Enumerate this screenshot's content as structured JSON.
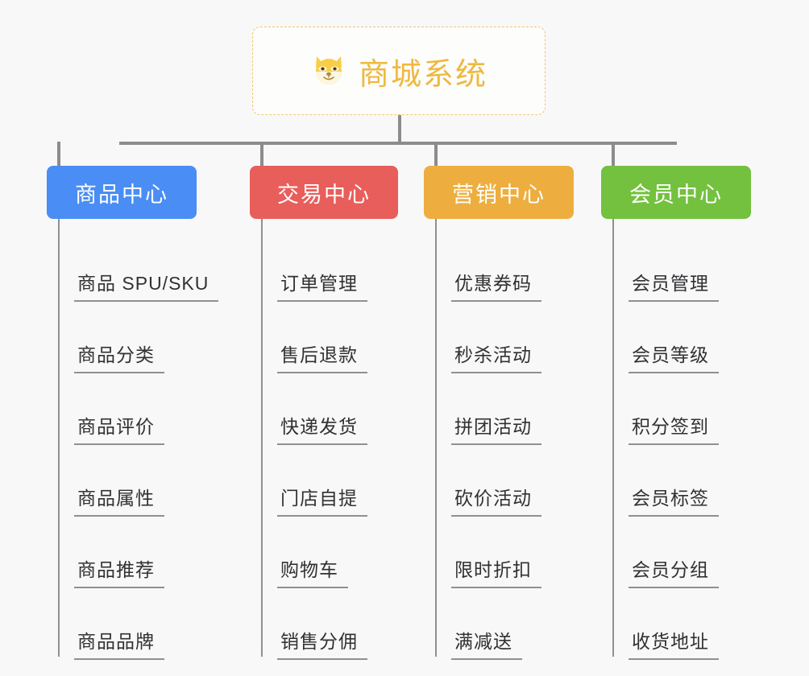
{
  "page": {
    "background_color": "#f8f8f8",
    "title": "商城系统"
  },
  "root": {
    "icon": "shiba-dog-face-icon",
    "label": "商城系统",
    "text_color": "#eeb93f",
    "border_color": "#f0c674"
  },
  "connector": {
    "color": "#8c8c8c"
  },
  "branches": [
    {
      "label": "商品中心",
      "color": "#4a8df4",
      "items": [
        "商品 SPU/SKU",
        "商品分类",
        "商品评价",
        "商品属性",
        "商品推荐",
        "商品品牌"
      ]
    },
    {
      "label": "交易中心",
      "color": "#e85e5b",
      "items": [
        "订单管理",
        "售后退款",
        "快递发货",
        "门店自提",
        "购物车",
        "销售分佣"
      ]
    },
    {
      "label": "营销中心",
      "color": "#edae3f",
      "items": [
        "优惠券码",
        "秒杀活动",
        "拼团活动",
        "砍价活动",
        "限时折扣",
        "满减送"
      ]
    },
    {
      "label": "会员中心",
      "color": "#73c13e",
      "items": [
        "会员管理",
        "会员等级",
        "积分签到",
        "会员标签",
        "会员分组",
        "收货地址"
      ]
    }
  ]
}
